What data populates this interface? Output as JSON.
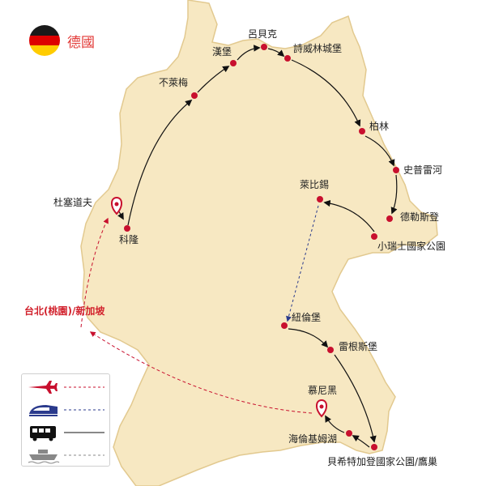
{
  "country": {
    "name": "德國",
    "flag_colors": [
      "#1a1a1a",
      "#dd0000",
      "#ffcc00"
    ]
  },
  "colors": {
    "land": "#f7e8c2",
    "border": "#e2c98f",
    "city_dot": "#c8102e",
    "route": "#111111",
    "flight": "#c8102e",
    "train": "#2a3a8c",
    "start_text": "#d2222d"
  },
  "cities": [
    {
      "name": "杜塞道夫",
      "pin": true
    },
    {
      "name": "科隆"
    },
    {
      "name": "不萊梅"
    },
    {
      "name": "漢堡"
    },
    {
      "name": "呂貝克"
    },
    {
      "name": "詩威林城堡"
    },
    {
      "name": "柏林"
    },
    {
      "name": "史普雷河"
    },
    {
      "name": "德勒斯登"
    },
    {
      "name": "小瑞士國家公園"
    },
    {
      "name": "萊比錫"
    },
    {
      "name": "紐倫堡"
    },
    {
      "name": "雷根斯堡"
    },
    {
      "name": "貝希特加登國家公園/鷹巢"
    },
    {
      "name": "海倫基姆湖"
    },
    {
      "name": "慕尼黑",
      "pin": true
    }
  ],
  "start_point": {
    "name": "台北(桃園)/新加坡"
  },
  "legend": [
    {
      "mode": "flight",
      "icon": "airplane-icon",
      "line": "dashed",
      "color": "#c8102e"
    },
    {
      "mode": "train",
      "icon": "high-speed-train-icon",
      "line": "dashed",
      "color": "#2a3a8c"
    },
    {
      "mode": "bus",
      "icon": "bus-icon",
      "line": "solid",
      "color": "#111111"
    },
    {
      "mode": "boat",
      "icon": "ship-icon",
      "line": "dashed",
      "color": "#888888"
    }
  ]
}
